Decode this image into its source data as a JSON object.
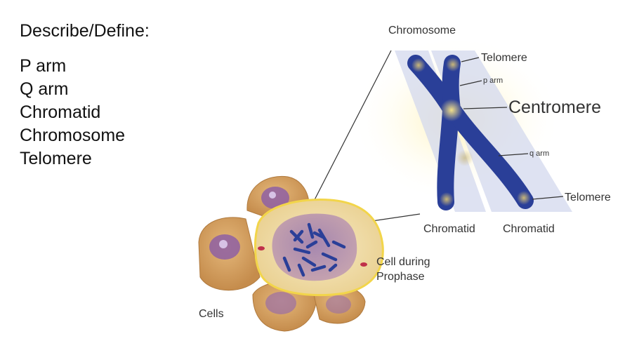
{
  "prompt": {
    "title": "Describe/Define:",
    "terms": [
      "P arm",
      "Q arm",
      "Chromatid",
      "Chromosome",
      "Telomere"
    ]
  },
  "diagram": {
    "labels": {
      "chromosome": "Chromosome",
      "telomere_top": "Telomere",
      "p_arm": "p arm",
      "centromere": "Centromere",
      "q_arm": "q arm",
      "telomere_bottom": "Telomere",
      "chromatid_left": "Chromatid",
      "chromatid_right": "Chromatid",
      "cell_during_prophase_line1": "Cell during",
      "cell_during_prophase_line2": "Prophase",
      "cells": "Cells"
    },
    "colors": {
      "chromosome": "#2a3f98",
      "cell_outer": "#d9a86a",
      "nucleus": "#c7a8c9",
      "background_glow": "#fff0b0"
    }
  }
}
